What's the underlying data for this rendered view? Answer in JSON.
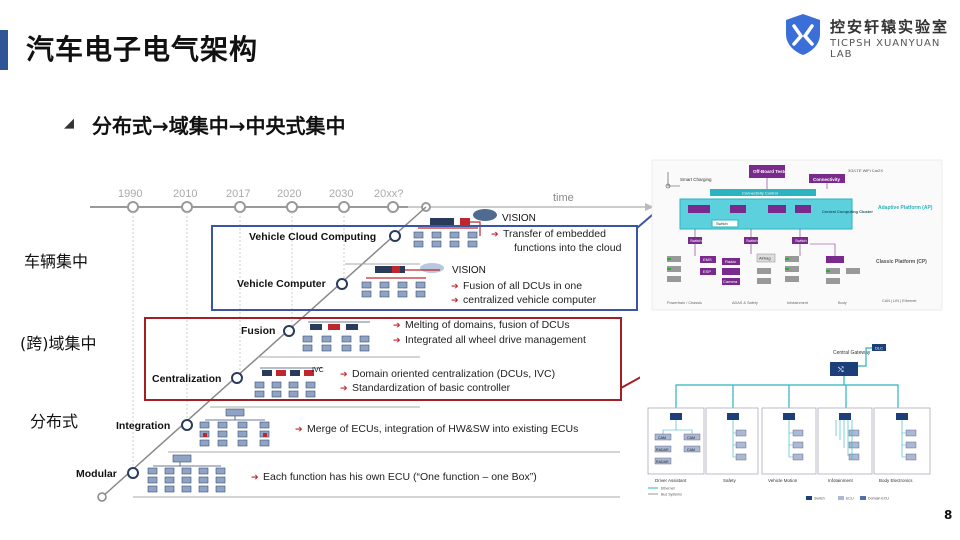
{
  "header": {
    "title": "汽车电子电气架构",
    "logo_cn": "控安轩辕实验室",
    "logo_en": "TICPSH XUANYUAN LAB"
  },
  "subtitle": {
    "bullet": "◢",
    "text": "分布式→域集中→中央式集中"
  },
  "side_labels": {
    "vehicle_centralization": "车辆集中",
    "cross_domain": "(跨)域集中",
    "distributed": "分布式"
  },
  "timeline": {
    "years": [
      "1990",
      "2010",
      "2017",
      "2020",
      "2030",
      "20xx?"
    ],
    "axis_label": "time"
  },
  "stages": [
    {
      "name": "Vehicle Cloud Computing",
      "tag": "VISION",
      "desc1": "Transfer of embedded",
      "desc2": "functions into  the cloud"
    },
    {
      "name": "Vehicle Computer",
      "tag": "VISION",
      "desc1": "Fusion of all DCUs in one",
      "desc2": "centralized vehicle computer"
    },
    {
      "name": "Fusion",
      "desc1": "Melting of domains, fusion of DCUs",
      "desc2": "Integrated all wheel drive management"
    },
    {
      "name": "Centralization",
      "desc1": "Domain oriented centralization (DCUs, IVC)",
      "desc2": "Standardization of basic controller"
    },
    {
      "name": "Integration",
      "desc1": "Merge of ECUs, integration of HW&SW into existing ECUs"
    },
    {
      "name": "Modular",
      "desc1": "Each function has his own ECU (“One function – one Box”)"
    }
  ],
  "top_right_diagram": {
    "smart_charging": "Smart Charging",
    "offboard_tester": "Off-Board Tester",
    "connectivity": "Connectivity",
    "connectivity_control": "Connectivity Control",
    "net_labels": "3G/LTE WiFi Car2X",
    "central_cluster": "Central Computing Cluster",
    "adaptive_platform": "Adaptive Platform (AP)",
    "classic_platform": "Classic Platform (CP)",
    "switch": "Switch",
    "airbag": "Airbag",
    "ems": "EMS",
    "esp": "ESP",
    "radar": "Radar",
    "camera": "Camera",
    "bus_legend": "CAN | LIN | Ethernet",
    "domains": [
      "Powertrain / Chassis",
      "ADAS & Safety",
      "Infotainment",
      "Body"
    ]
  },
  "bottom_right_diagram": {
    "central_gateway": "Central Gateway",
    "dlc": "DLC",
    "cam": "CAM",
    "radar": "RADAR",
    "domains": [
      "Driver Assistant",
      "Safety",
      "Vehicle Motion",
      "Infotainment",
      "Body Electronics"
    ],
    "legend_ethernet": "Ethernet",
    "legend_bus": "Bus Systems",
    "legend_switch": "Switch",
    "legend_ecu": "ECU",
    "legend_domain_ecu": "Domain ECU"
  },
  "page_number": "8",
  "colors": {
    "accent_bar": "#2f5597",
    "blue_box": "#3a55a4",
    "red_box": "#a31f24",
    "teal": "#2bb3c0",
    "purple": "#7a2a8c",
    "ecu_blue": "#8fa3c4"
  }
}
